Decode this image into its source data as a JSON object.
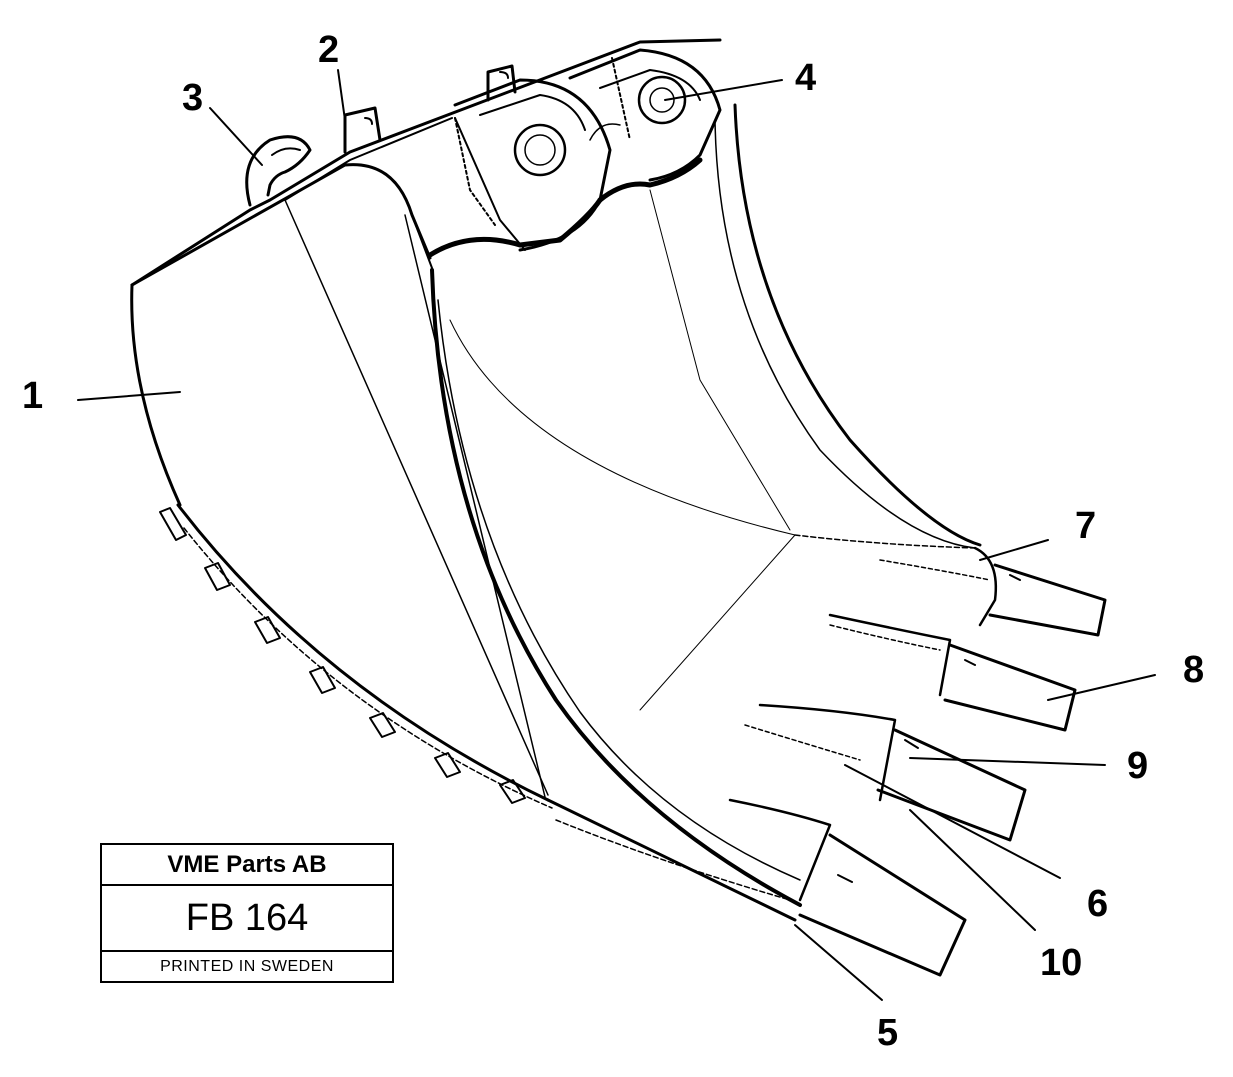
{
  "callouts": [
    {
      "id": "1",
      "label": "1"
    },
    {
      "id": "2",
      "label": "2"
    },
    {
      "id": "3",
      "label": "3"
    },
    {
      "id": "4",
      "label": "4"
    },
    {
      "id": "5",
      "label": "5"
    },
    {
      "id": "6",
      "label": "6"
    },
    {
      "id": "7",
      "label": "7"
    },
    {
      "id": "8",
      "label": "8"
    },
    {
      "id": "9",
      "label": "9"
    },
    {
      "id": "10",
      "label": "10"
    }
  ],
  "title_block": {
    "company": "VME Parts AB",
    "code": "FB 164",
    "printed": "PRINTED IN SWEDEN"
  },
  "colors": {
    "ink": "#000000",
    "paper": "#ffffff"
  }
}
